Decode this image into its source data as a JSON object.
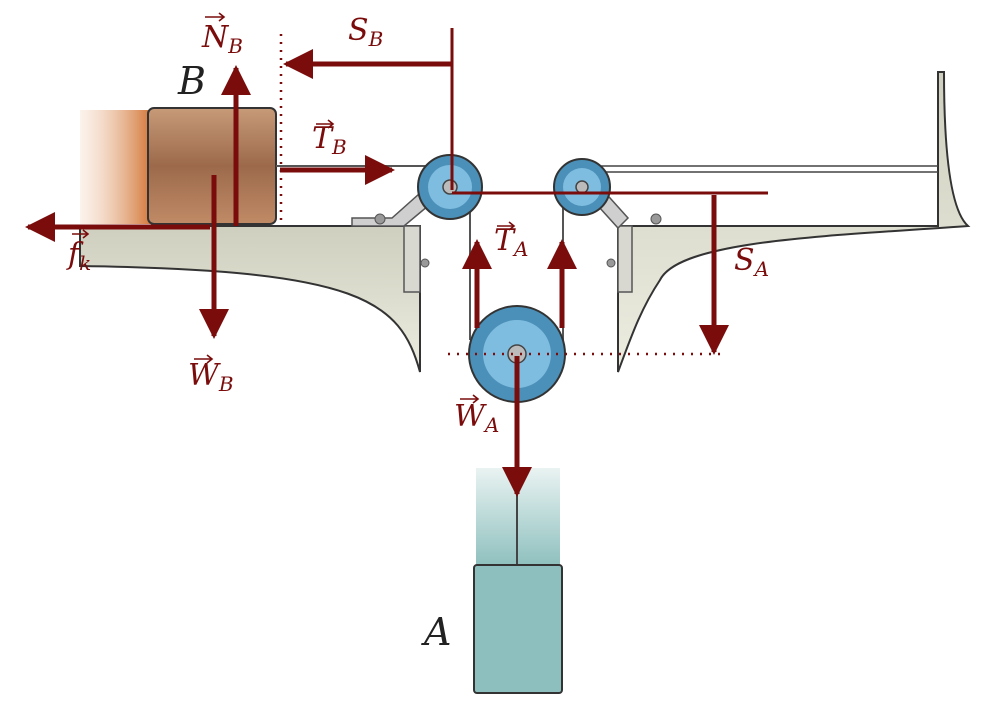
{
  "labels": {
    "block_b": "B",
    "block_a": "A",
    "n_b": {
      "main": "N",
      "sub": "B"
    },
    "s_b": {
      "main": "S",
      "sub": "B"
    },
    "t_b": {
      "main": "T",
      "sub": "B"
    },
    "t_a": {
      "main": "T",
      "sub": "A"
    },
    "s_a": {
      "main": "S",
      "sub": "A"
    },
    "f_k": {
      "main": "f",
      "sub": "k"
    },
    "w_b": {
      "main": "W",
      "sub": "B"
    },
    "w_a": {
      "main": "W",
      "sub": "A"
    }
  },
  "colors": {
    "vector": "#7a0c0c",
    "block_b": "#b07a58",
    "block_a": "#8cbfbd",
    "pulley": "#5aa6c8",
    "ground": "#cfcfc0"
  }
}
